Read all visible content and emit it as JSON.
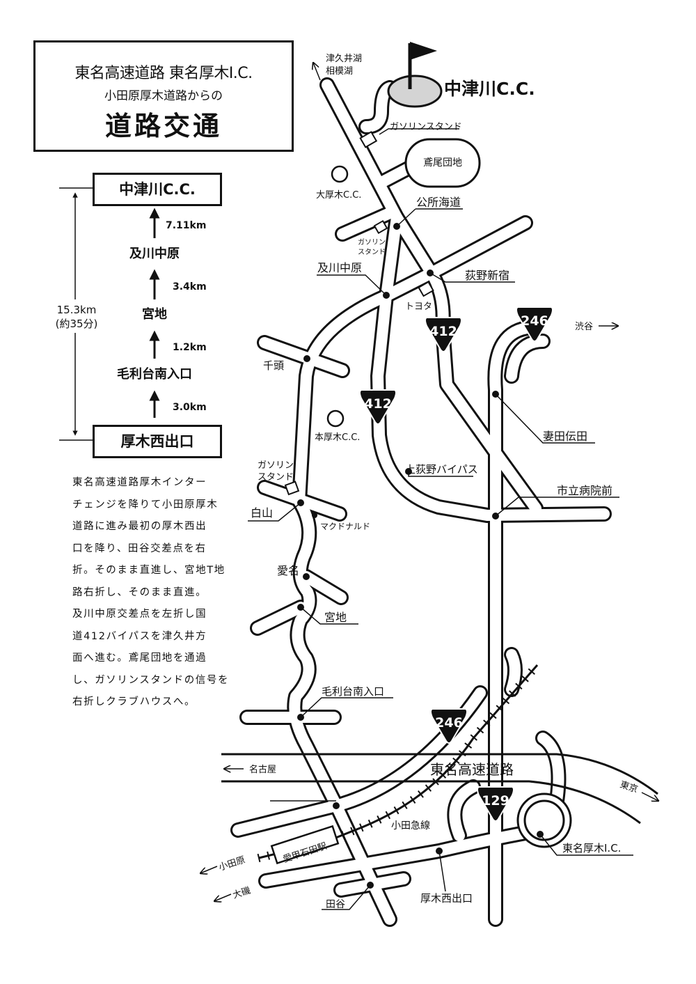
{
  "header": {
    "line1": "東名高速道路 東名厚木I.C.",
    "line2": "小田原厚木道路からの",
    "title": "道路交通"
  },
  "route_summary": {
    "destination": "中津川C.C.",
    "start": "厚木西出口",
    "total_distance": "15.3km",
    "total_time": "(約35分)",
    "steps": [
      {
        "distance": "3.0km",
        "point": "毛利台南入口"
      },
      {
        "distance": "1.2km",
        "point": "宮地"
      },
      {
        "distance": "3.4km",
        "point": "及川中原"
      },
      {
        "distance": "7.11km",
        "point": "中津川C.C."
      }
    ]
  },
  "description": [
    "東名高速道路厚木インター",
    "チェンジを降りて小田原厚木",
    "道路に進み最初の厚木西出",
    "口を降り、田谷交差点を右",
    "折。そのまま直進し、宮地T地",
    "路右折し、そのまま直進。",
    "及川中原交差点を左折し国",
    "道412バイパスを津久井方",
    "面へ進む。鳶尾団地を通過",
    "し、ガソリンスタンドの信号を",
    "右折しクラブハウスへ。"
  ],
  "map": {
    "golf_club": "中津川C.C.",
    "labels": {
      "tsukui_1": "津久井湖",
      "tsukui_2": "相模湖",
      "gas_1": "ガソリンスタンド",
      "tobio": "鳶尾団地",
      "oatsugi_cc": "大厚木C.C.",
      "kousho": "公所海道",
      "gas_2a": "ガソリン",
      "gas_2b": "スタンド",
      "oikawa": "及川中原",
      "ogino": "荻野新宿",
      "toyota": "トヨタ",
      "shibuya": "渋谷",
      "chizu": "千頭",
      "tsumada": "妻田伝田",
      "honatsugi_cc": "本厚木C.C.",
      "kamiogino": "上荻野バイパス",
      "gas_3a": "ガソリン",
      "gas_3b": "スタンド",
      "shiritsu": "市立病院前",
      "shiroyama": "白山",
      "mcdonalds": "マクドナルド",
      "aina": "愛名",
      "miyaji": "宮地",
      "moridai": "毛利台南入口",
      "nagoya": "名古屋",
      "tomei": "東名高速道路",
      "tokyo": "東京",
      "odakyu": "小田急線",
      "station": "愛甲石田駅",
      "odawara": "小田原",
      "oiso": "大磯",
      "tomei_atsugi": "東名厚木I.C.",
      "atsugi_nishi": "厚木西出口",
      "taya": "田谷"
    },
    "route_shields": [
      "412",
      "412",
      "246",
      "246",
      "129"
    ],
    "colors": {
      "ink": "#111111",
      "green": "#d4d4d4",
      "road_fill": "#ffffff"
    }
  }
}
